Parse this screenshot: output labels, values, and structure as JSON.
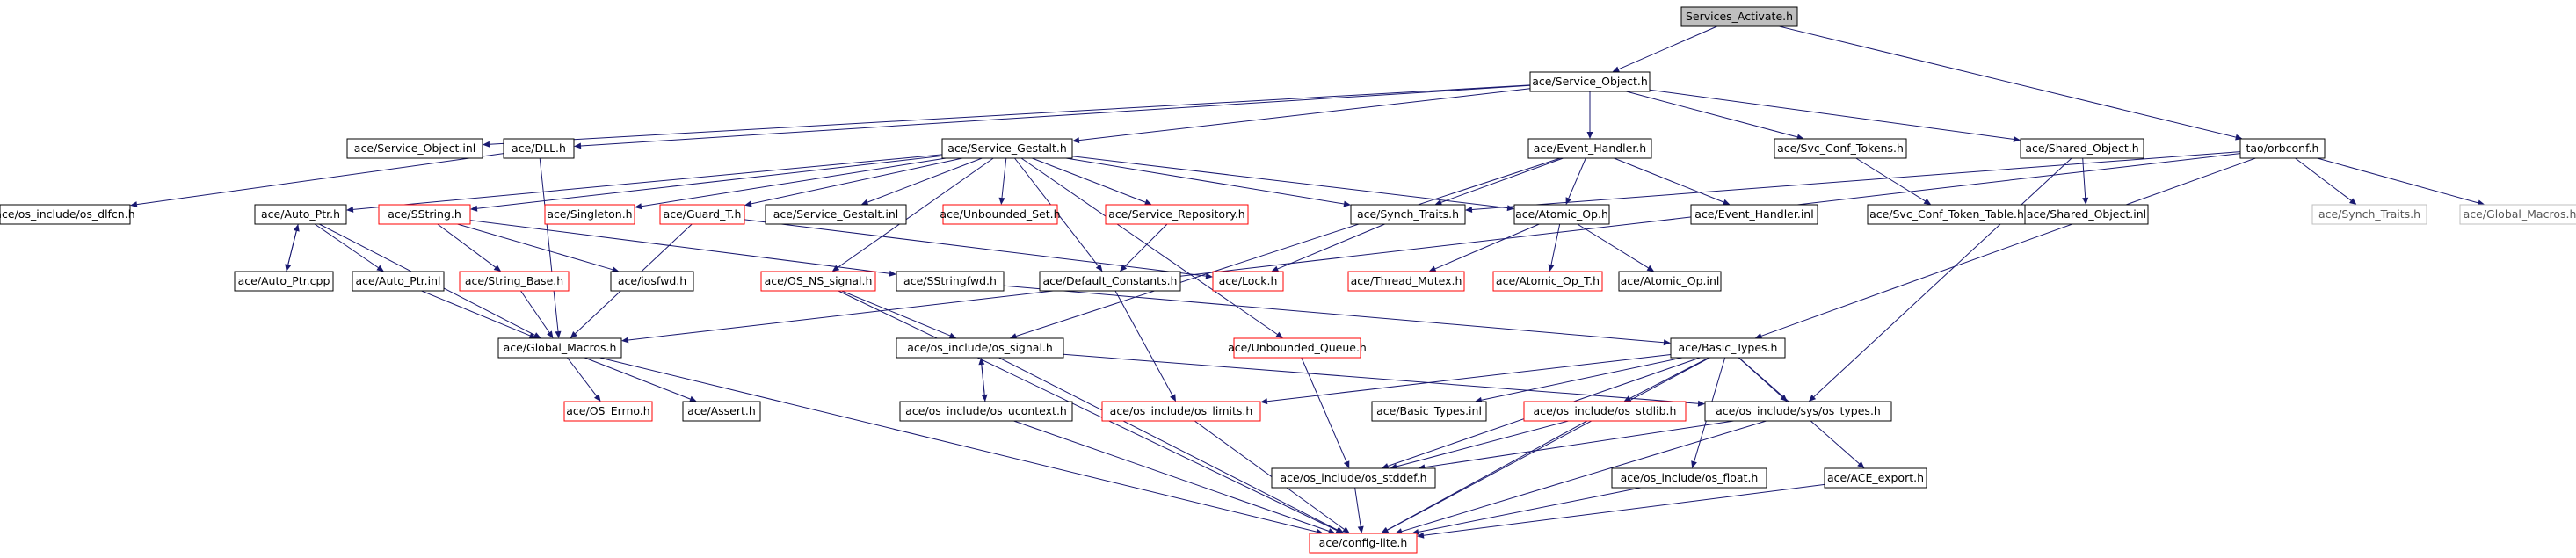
{
  "nodes": [
    {
      "id": "services_activate",
      "label": "Services_Activate.h",
      "kind": "root"
    },
    {
      "id": "service_object_h",
      "label": "ace/Service_Object.h",
      "kind": "normal"
    },
    {
      "id": "service_object_inl",
      "label": "ace/Service_Object.inl",
      "kind": "normal"
    },
    {
      "id": "dll_h",
      "label": "ace/DLL.h",
      "kind": "normal"
    },
    {
      "id": "service_gestalt_h",
      "label": "ace/Service_Gestalt.h",
      "kind": "normal"
    },
    {
      "id": "event_handler_h",
      "label": "ace/Event_Handler.h",
      "kind": "normal"
    },
    {
      "id": "svc_conf_tokens_h",
      "label": "ace/Svc_Conf_Tokens.h",
      "kind": "normal"
    },
    {
      "id": "shared_object_h",
      "label": "ace/Shared_Object.h",
      "kind": "normal"
    },
    {
      "id": "orbconf_h",
      "label": "tao/orbconf.h",
      "kind": "normal"
    },
    {
      "id": "os_dlfcn_h",
      "label": "ace/os_include/os_dlfcn.h",
      "kind": "normal"
    },
    {
      "id": "auto_ptr_h",
      "label": "ace/Auto_Ptr.h",
      "kind": "normal"
    },
    {
      "id": "sstring_h",
      "label": "ace/SString.h",
      "kind": "truncated"
    },
    {
      "id": "singleton_h",
      "label": "ace/Singleton.h",
      "kind": "truncated"
    },
    {
      "id": "guard_t_h",
      "label": "ace/Guard_T.h",
      "kind": "truncated"
    },
    {
      "id": "service_gestalt_inl",
      "label": "ace/Service_Gestalt.inl",
      "kind": "normal"
    },
    {
      "id": "unbounded_set_h",
      "label": "ace/Unbounded_Set.h",
      "kind": "truncated"
    },
    {
      "id": "service_repository_h",
      "label": "ace/Service_Repository.h",
      "kind": "truncated"
    },
    {
      "id": "synch_traits_h",
      "label": "ace/Synch_Traits.h",
      "kind": "normal"
    },
    {
      "id": "atomic_op_h",
      "label": "ace/Atomic_Op.h",
      "kind": "normal"
    },
    {
      "id": "event_handler_inl",
      "label": "ace/Event_Handler.inl",
      "kind": "normal"
    },
    {
      "id": "svc_conf_token_table_h",
      "label": "ace/Svc_Conf_Token_Table.h",
      "kind": "normal"
    },
    {
      "id": "shared_object_inl",
      "label": "ace/Shared_Object.inl",
      "kind": "normal"
    },
    {
      "id": "synch_traits_plain_h",
      "label": "ace/Synch_Traits.h",
      "kind": "missing"
    },
    {
      "id": "global_macros_plain_h",
      "label": "ace/Global_Macros.h",
      "kind": "missing"
    },
    {
      "id": "auto_ptr_cpp",
      "label": "ace/Auto_Ptr.cpp",
      "kind": "normal"
    },
    {
      "id": "auto_ptr_inl",
      "label": "ace/Auto_Ptr.inl",
      "kind": "normal"
    },
    {
      "id": "string_base_h",
      "label": "ace/String_Base.h",
      "kind": "truncated"
    },
    {
      "id": "iosfwd_h",
      "label": "ace/iosfwd.h",
      "kind": "normal"
    },
    {
      "id": "os_ns_signal_h",
      "label": "ace/OS_NS_signal.h",
      "kind": "truncated"
    },
    {
      "id": "sstringfwd_h",
      "label": "ace/SStringfwd.h",
      "kind": "normal"
    },
    {
      "id": "default_constants_h",
      "label": "ace/Default_Constants.h",
      "kind": "normal"
    },
    {
      "id": "lock_h",
      "label": "ace/Lock.h",
      "kind": "truncated"
    },
    {
      "id": "thread_mutex_h",
      "label": "ace/Thread_Mutex.h",
      "kind": "truncated"
    },
    {
      "id": "atomic_op_t_h",
      "label": "ace/Atomic_Op_T.h",
      "kind": "truncated"
    },
    {
      "id": "atomic_op_inl",
      "label": "ace/Atomic_Op.inl",
      "kind": "normal"
    },
    {
      "id": "global_macros_h",
      "label": "ace/Global_Macros.h",
      "kind": "normal"
    },
    {
      "id": "os_signal_h",
      "label": "ace/os_include/os_signal.h",
      "kind": "normal"
    },
    {
      "id": "unbounded_queue_h",
      "label": "ace/Unbounded_Queue.h",
      "kind": "truncated"
    },
    {
      "id": "basic_types_h",
      "label": "ace/Basic_Types.h",
      "kind": "normal"
    },
    {
      "id": "os_errno_h",
      "label": "ace/OS_Errno.h",
      "kind": "truncated"
    },
    {
      "id": "assert_h",
      "label": "ace/Assert.h",
      "kind": "normal"
    },
    {
      "id": "os_ucontext_h",
      "label": "ace/os_include/os_ucontext.h",
      "kind": "normal"
    },
    {
      "id": "os_limits_h",
      "label": "ace/os_include/os_limits.h",
      "kind": "truncated"
    },
    {
      "id": "basic_types_inl",
      "label": "ace/Basic_Types.inl",
      "kind": "normal"
    },
    {
      "id": "os_stdlib_h",
      "label": "ace/os_include/os_stdlib.h",
      "kind": "truncated"
    },
    {
      "id": "os_types_h",
      "label": "ace/os_include/sys/os_types.h",
      "kind": "normal"
    },
    {
      "id": "os_stddef_h",
      "label": "ace/os_include/os_stddef.h",
      "kind": "normal"
    },
    {
      "id": "os_float_h",
      "label": "ace/os_include/os_float.h",
      "kind": "normal"
    },
    {
      "id": "ace_export_h",
      "label": "ace/ACE_export.h",
      "kind": "normal"
    },
    {
      "id": "config_lite_h",
      "label": "ace/config-lite.h",
      "kind": "truncated"
    }
  ],
  "edges": [
    [
      "services_activate",
      "service_object_h"
    ],
    [
      "services_activate",
      "orbconf_h"
    ],
    [
      "service_object_h",
      "service_object_inl"
    ],
    [
      "service_object_h",
      "dll_h"
    ],
    [
      "service_object_h",
      "service_gestalt_h"
    ],
    [
      "service_object_h",
      "event_handler_h"
    ],
    [
      "service_object_h",
      "svc_conf_tokens_h"
    ],
    [
      "service_object_h",
      "shared_object_h"
    ],
    [
      "dll_h",
      "os_dlfcn_h"
    ],
    [
      "dll_h",
      "global_macros_h"
    ],
    [
      "service_gestalt_h",
      "auto_ptr_h"
    ],
    [
      "service_gestalt_h",
      "sstring_h"
    ],
    [
      "service_gestalt_h",
      "singleton_h"
    ],
    [
      "service_gestalt_h",
      "guard_t_h"
    ],
    [
      "service_gestalt_h",
      "service_gestalt_inl"
    ],
    [
      "service_gestalt_h",
      "unbounded_set_h"
    ],
    [
      "service_gestalt_h",
      "service_repository_h"
    ],
    [
      "service_gestalt_h",
      "synch_traits_h"
    ],
    [
      "service_gestalt_h",
      "atomic_op_h"
    ],
    [
      "service_gestalt_h",
      "default_constants_h"
    ],
    [
      "service_gestalt_h",
      "unbounded_queue_h"
    ],
    [
      "service_gestalt_h",
      "os_ns_signal_h"
    ],
    [
      "event_handler_h",
      "synch_traits_h"
    ],
    [
      "event_handler_h",
      "atomic_op_h"
    ],
    [
      "event_handler_h",
      "event_handler_inl"
    ],
    [
      "event_handler_h",
      "os_signal_h"
    ],
    [
      "svc_conf_tokens_h",
      "svc_conf_token_table_h"
    ],
    [
      "shared_object_h",
      "shared_object_inl"
    ],
    [
      "shared_object_h",
      "os_types_h"
    ],
    [
      "orbconf_h",
      "synch_traits_h"
    ],
    [
      "orbconf_h",
      "synch_traits_plain_h"
    ],
    [
      "orbconf_h",
      "global_macros_plain_h"
    ],
    [
      "orbconf_h",
      "global_macros_h"
    ],
    [
      "orbconf_h",
      "basic_types_h"
    ],
    [
      "auto_ptr_h",
      "auto_ptr_cpp"
    ],
    [
      "auto_ptr_cpp",
      "auto_ptr_h"
    ],
    [
      "auto_ptr_h",
      "auto_ptr_inl"
    ],
    [
      "auto_ptr_h",
      "global_macros_h"
    ],
    [
      "auto_ptr_inl",
      "global_macros_h"
    ],
    [
      "sstring_h",
      "string_base_h"
    ],
    [
      "sstring_h",
      "iosfwd_h"
    ],
    [
      "sstring_h",
      "sstringfwd_h"
    ],
    [
      "string_base_h",
      "global_macros_h"
    ],
    [
      "guard_t_h",
      "lock_h"
    ],
    [
      "guard_t_h",
      "global_macros_h"
    ],
    [
      "service_repository_h",
      "default_constants_h"
    ],
    [
      "synch_traits_h",
      "lock_h"
    ],
    [
      "atomic_op_h",
      "thread_mutex_h"
    ],
    [
      "atomic_op_h",
      "atomic_op_t_h"
    ],
    [
      "atomic_op_h",
      "atomic_op_inl"
    ],
    [
      "os_ns_signal_h",
      "os_signal_h"
    ],
    [
      "os_ns_signal_h",
      "config_lite_h"
    ],
    [
      "sstringfwd_h",
      "basic_types_h"
    ],
    [
      "default_constants_h",
      "os_limits_h"
    ],
    [
      "global_macros_h",
      "os_errno_h"
    ],
    [
      "global_macros_h",
      "assert_h"
    ],
    [
      "global_macros_h",
      "config_lite_h"
    ],
    [
      "os_signal_h",
      "os_ucontext_h"
    ],
    [
      "os_ucontext_h",
      "os_signal_h"
    ],
    [
      "os_signal_h",
      "os_types_h"
    ],
    [
      "os_signal_h",
      "config_lite_h"
    ],
    [
      "unbounded_queue_h",
      "os_stddef_h"
    ],
    [
      "basic_types_h",
      "os_limits_h"
    ],
    [
      "basic_types_h",
      "basic_types_inl"
    ],
    [
      "basic_types_h",
      "os_stdlib_h"
    ],
    [
      "basic_types_h",
      "os_types_h"
    ],
    [
      "basic_types_h",
      "os_float_h"
    ],
    [
      "basic_types_h",
      "ace_export_h"
    ],
    [
      "basic_types_h",
      "os_stddef_h"
    ],
    [
      "basic_types_h",
      "config_lite_h"
    ],
    [
      "os_ucontext_h",
      "config_lite_h"
    ],
    [
      "os_limits_h",
      "config_lite_h"
    ],
    [
      "os_stdlib_h",
      "os_stddef_h"
    ],
    [
      "os_stdlib_h",
      "config_lite_h"
    ],
    [
      "os_types_h",
      "os_stddef_h"
    ],
    [
      "os_types_h",
      "config_lite_h"
    ],
    [
      "os_stddef_h",
      "config_lite_h"
    ],
    [
      "os_float_h",
      "config_lite_h"
    ],
    [
      "ace_export_h",
      "config_lite_h"
    ]
  ]
}
